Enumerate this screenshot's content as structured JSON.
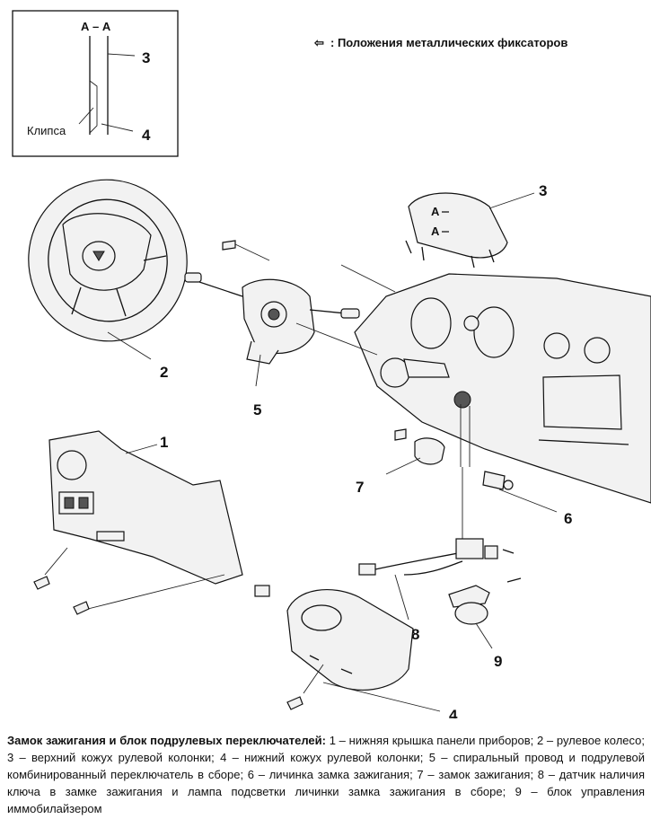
{
  "inset": {
    "section_label": "А – А",
    "clip_label": "Клипса",
    "num_upper": "3",
    "num_lower": "4"
  },
  "legend": {
    "arrow_glyph": "⇦",
    "text": ": Положения металлических фиксаторов"
  },
  "inner_section_marks": [
    "A",
    "A"
  ],
  "callouts": {
    "c1": "1",
    "c2": "2",
    "c3": "3",
    "c4": "4",
    "c5": "5",
    "c6": "6",
    "c7": "7",
    "c8": "8",
    "c9": "9"
  },
  "caption": {
    "title": "Замок зажигания и блок подрулевых переключателей:",
    "body": " 1 – нижняя крышка панели приборов; 2 – рулевое колесо; 3 – верхний кожух рулевой колонки; 4 – нижний кожух рулевой колонки; 5 – спиральный провод и подрулевой комбинированный переключатель в сборе; 6 – личинка замка зажигания; 7 – замок зажигания; 8 – датчик наличия ключа в замке зажигания и лампа подсветки личинки замка зажигания в сборе; 9 – блок управления иммобилайзером"
  }
}
